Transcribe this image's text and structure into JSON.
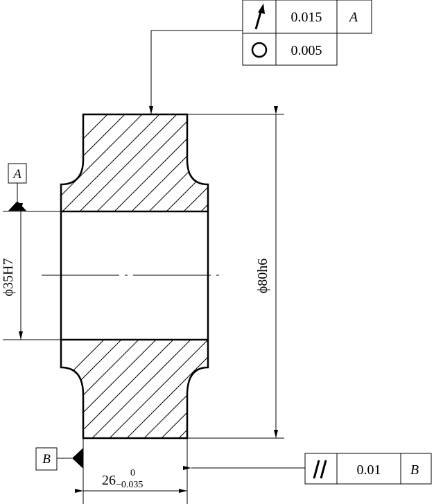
{
  "tolerance_frame_top": {
    "rows": [
      {
        "symbol": "circular-runout-arrow-icon",
        "value": "0.015",
        "datum": "A"
      },
      {
        "symbol": "circle-icon",
        "value": "0.005"
      }
    ]
  },
  "tolerance_frame_bottom": {
    "symbol": "parallelism-icon",
    "value": "0.01",
    "datum": "B"
  },
  "datums": {
    "a_label": "A",
    "b_label": "B"
  },
  "dimensions": {
    "bore": "ϕ35H7",
    "outer": "ϕ80h6",
    "width_base": "26",
    "width_upper": "0",
    "width_lower": "−0.035"
  }
}
